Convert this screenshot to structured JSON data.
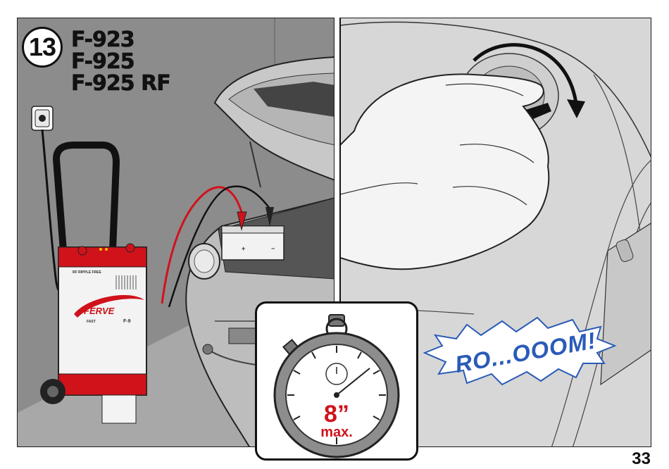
{
  "step": {
    "number": "13"
  },
  "models": [
    "F-923",
    "F-925",
    "F-925 RF"
  ],
  "charger": {
    "brand": "FERVE",
    "sub_brand": "FAST",
    "model_mark": "F-9",
    "label": "RF RIPPLE FREE"
  },
  "stopwatch": {
    "time": "8”",
    "max_label": "max."
  },
  "engine_sound": "RO...OOOM!",
  "page_number": "33",
  "colors": {
    "accent_red": "#d0121b",
    "sound_blue": "#2a5bb8",
    "panel_gray": "#8a8a8a"
  }
}
